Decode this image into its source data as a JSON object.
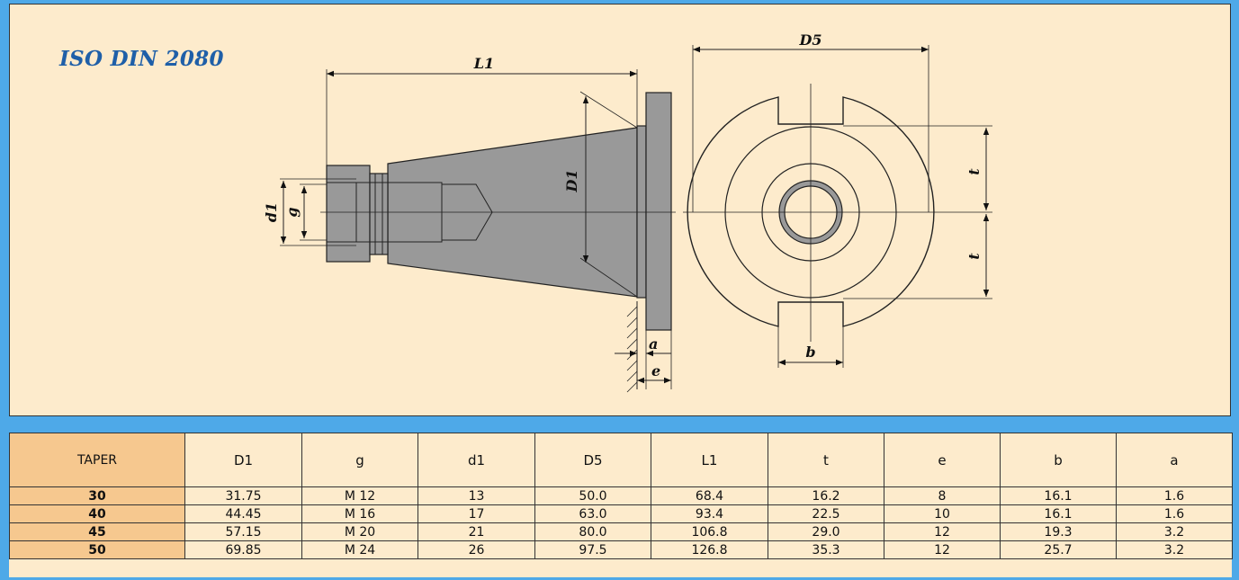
{
  "title": "ISO DIN 2080",
  "dimension_labels": {
    "L1": "L1",
    "D1": "D1",
    "D5": "D5",
    "d1": "d1",
    "g": "g",
    "t_upper": "t",
    "t_lower": "t",
    "a": "a",
    "e": "e",
    "b": "b"
  },
  "table": {
    "headers": [
      "TAPER",
      "D1",
      "g",
      "d1",
      "D5",
      "L1",
      "t",
      "e",
      "b",
      "a"
    ],
    "rows": [
      [
        "30",
        "31.75",
        "M 12",
        "13",
        "50.0",
        "68.4",
        "16.2",
        "8",
        "16.1",
        "1.6"
      ],
      [
        "40",
        "44.45",
        "M 16",
        "17",
        "63.0",
        "93.4",
        "22.5",
        "10",
        "16.1",
        "1.6"
      ],
      [
        "45",
        "57.15",
        "M 20",
        "21",
        "80.0",
        "106.8",
        "29.0",
        "12",
        "19.3",
        "3.2"
      ],
      [
        "50",
        "69.85",
        "M 24",
        "26",
        "97.5",
        "126.8",
        "35.3",
        "12",
        "25.7",
        "3.2"
      ]
    ]
  },
  "colors": {
    "background": "#4ea9e8",
    "panel": "#fdebcc",
    "taper_column": "#f6c88f",
    "title": "#1f5fa8",
    "part_fill": "#999999"
  }
}
